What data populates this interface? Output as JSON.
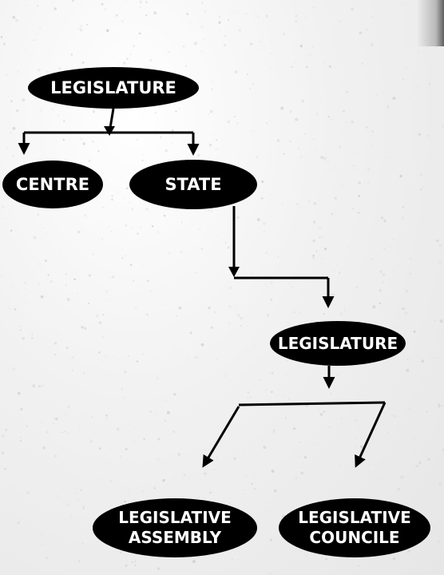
{
  "diagram": {
    "nodes": {
      "legislature_top": {
        "label": "LEGISLATURE"
      },
      "centre": {
        "label": "CENTRE"
      },
      "state": {
        "label": "STATE"
      },
      "legislature_state": {
        "label": "LEGISLATURE"
      },
      "assembly": {
        "line1": "LEGISLATIVE",
        "line2": "ASSEMBLY"
      },
      "council": {
        "line1": "LEGISLATIVE",
        "line2": "COUNCILE"
      }
    },
    "edges": [
      {
        "from": "legislature_top",
        "to": "centre"
      },
      {
        "from": "legislature_top",
        "to": "state"
      },
      {
        "from": "state",
        "to": "legislature_state"
      },
      {
        "from": "legislature_state",
        "to": "assembly"
      },
      {
        "from": "legislature_state",
        "to": "council"
      }
    ],
    "colors": {
      "node_fill": "#000000",
      "node_text": "#ffffff",
      "arrow": "#000000",
      "background": "#f0f0f0"
    }
  }
}
